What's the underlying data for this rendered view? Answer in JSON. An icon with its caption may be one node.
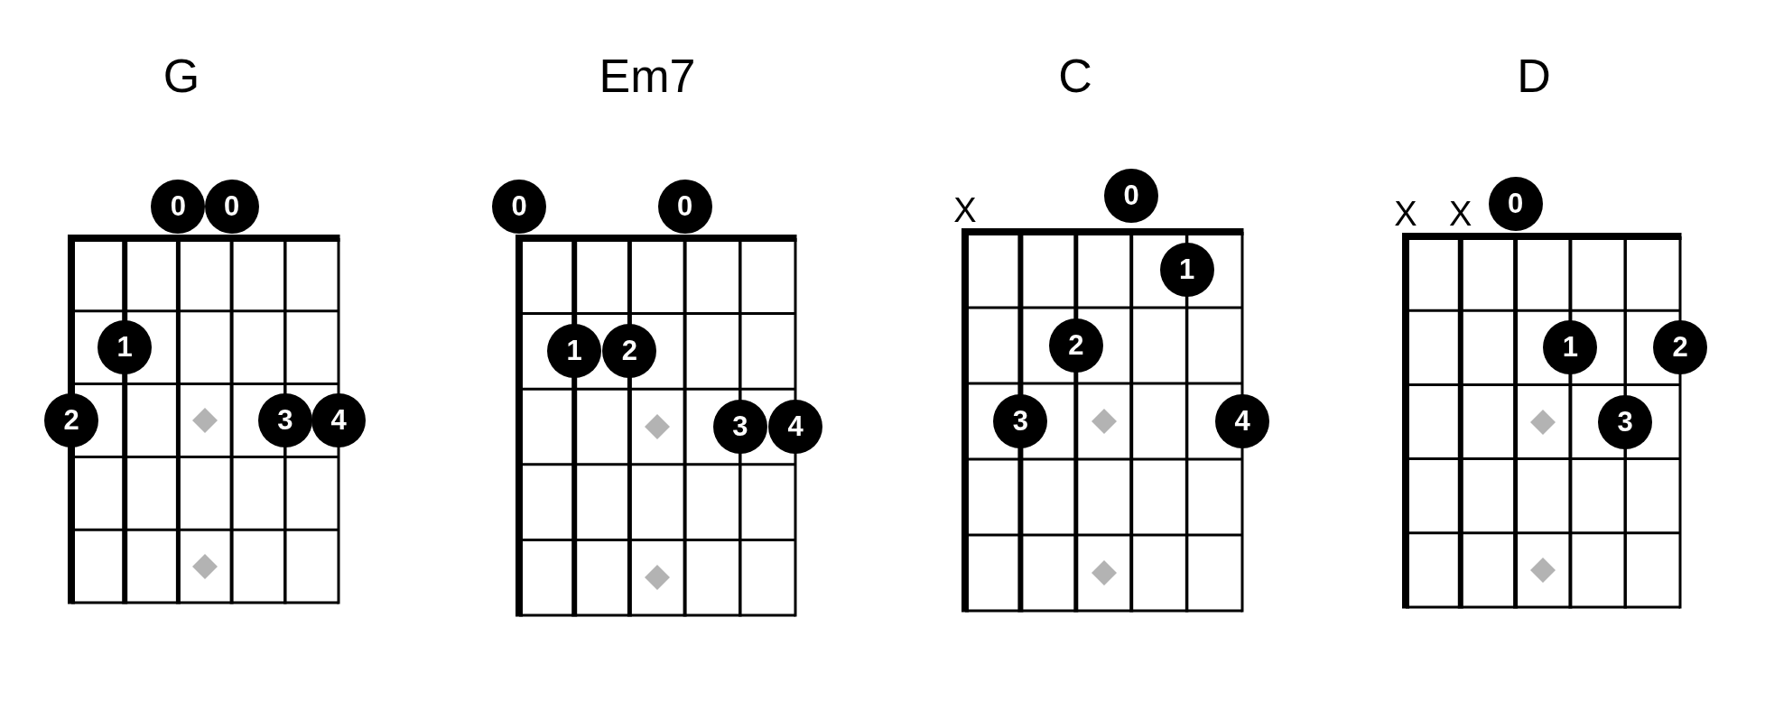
{
  "diagram": {
    "nodes": [
      {
        "text": [
          "G"
        ]
      },
      {
        "text": [
          "0"
        ],
        "in": 0
      },
      {
        "text": [
          "0"
        ],
        "in": 0
      },
      {
        "text": [
          "1"
        ],
        "in": 0
      },
      {
        "text": [
          "2"
        ],
        "in": 0
      },
      {
        "text": [
          "3"
        ],
        "in": 0
      },
      {
        "text": [
          "4"
        ],
        "in": 0
      },
      {
        "text": [
          "Em7"
        ]
      },
      {
        "text": [
          "0"
        ],
        "in": 7
      },
      {
        "text": [
          "0"
        ],
        "in": 7
      },
      {
        "text": [
          "1"
        ],
        "in": 7
      },
      {
        "text": [
          "2"
        ],
        "in": 7
      },
      {
        "text": [
          "3"
        ],
        "in": 7
      },
      {
        "text": [
          "4"
        ],
        "in": 7
      },
      {
        "text": [
          "C"
        ]
      },
      {
        "text": [
          "0"
        ],
        "in": 14
      },
      {
        "text": [
          "1"
        ],
        "in": 14
      },
      {
        "text": [
          "2"
        ],
        "in": 14
      },
      {
        "text": [
          "3"
        ],
        "in": 14
      },
      {
        "text": [
          "4"
        ],
        "in": 14
      },
      {
        "text": [
          "D"
        ]
      },
      {
        "text": [
          "0"
        ],
        "in": 20
      },
      {
        "text": [
          "1"
        ],
        "in": 20
      },
      {
        "text": [
          "2"
        ],
        "in": 20
      },
      {
        "text": [
          "3"
        ],
        "in": 20
      }
    ],
    "labels": [
      "X",
      "X",
      "X"
    ]
  }
}
